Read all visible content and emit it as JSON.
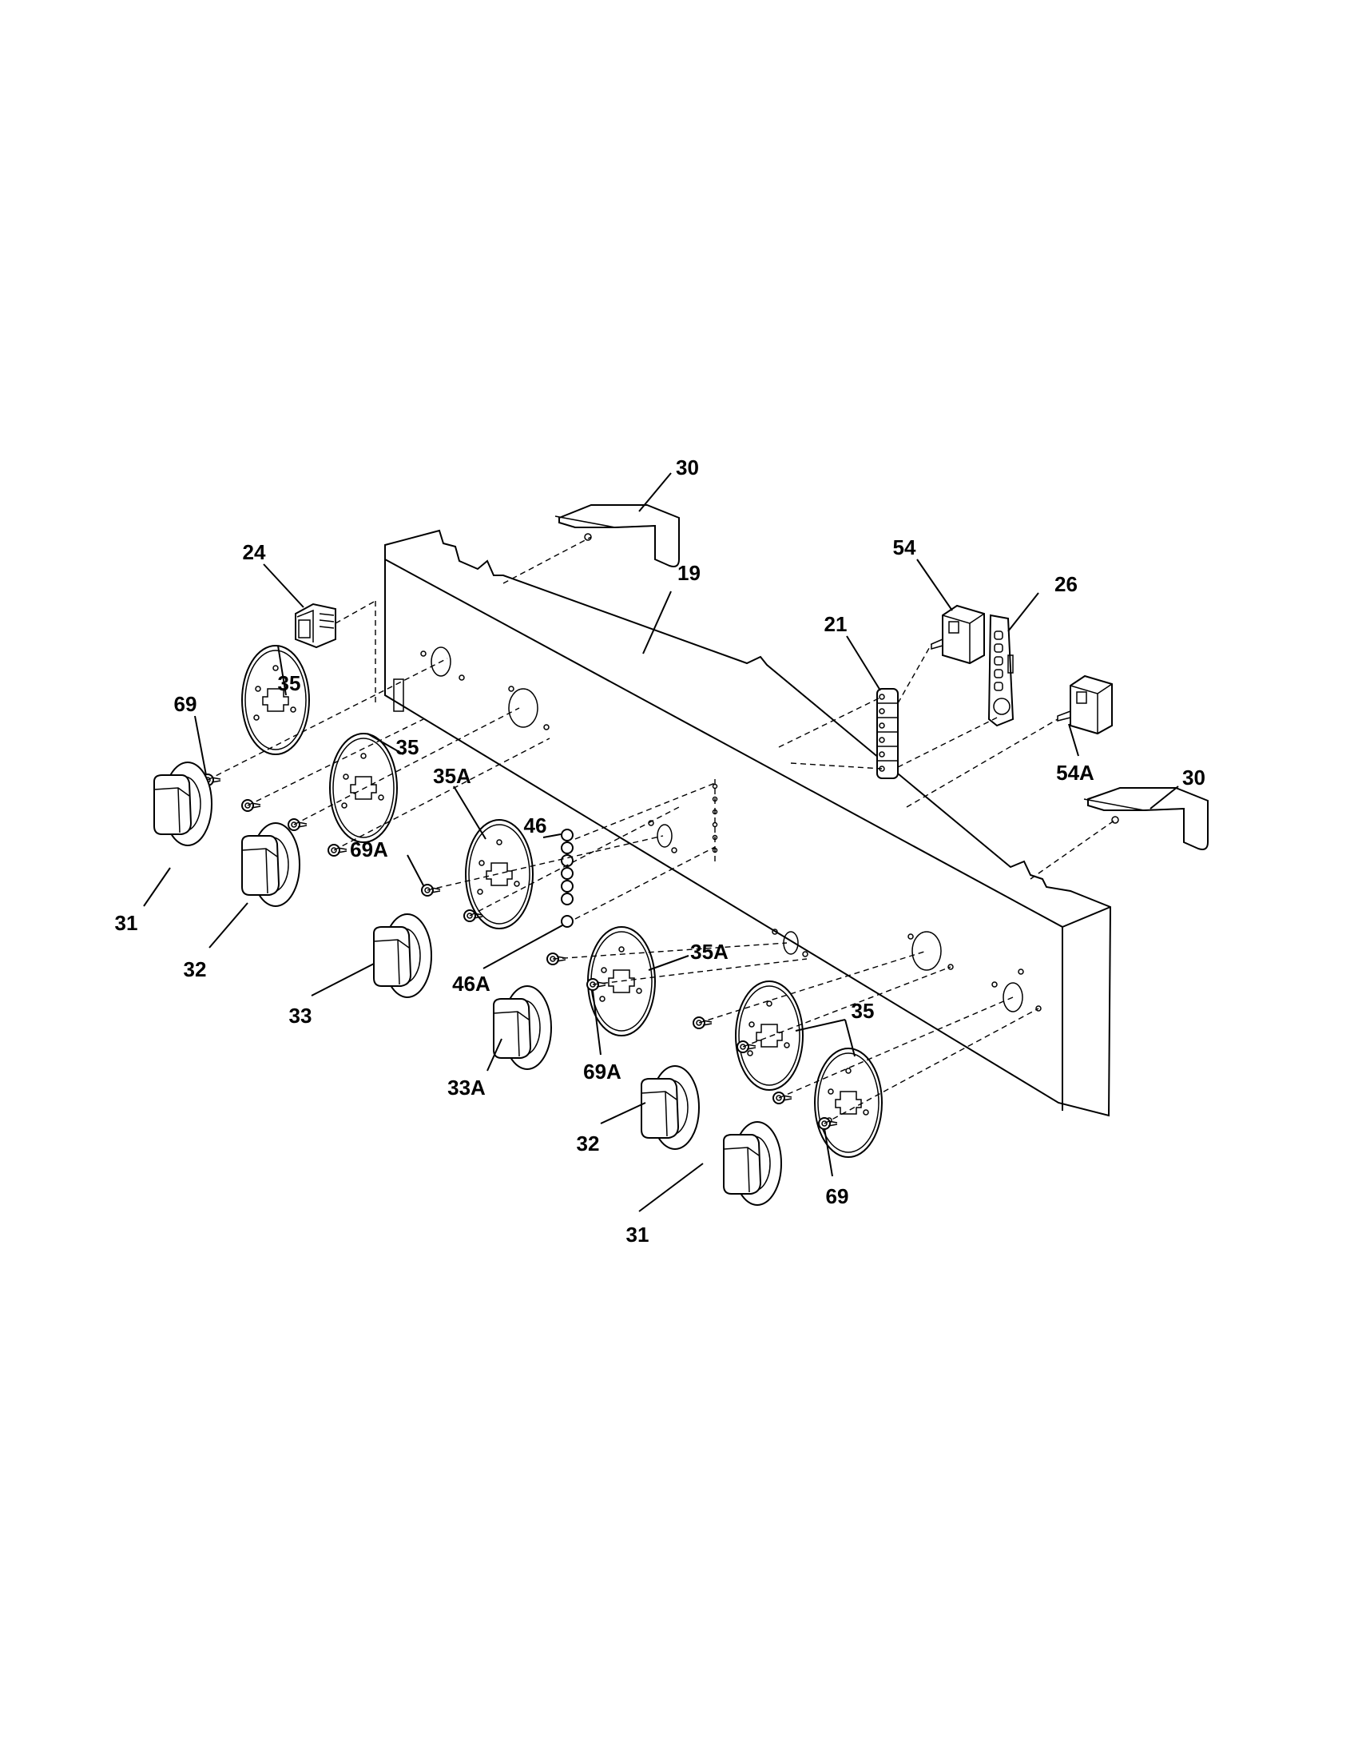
{
  "diagram": {
    "callouts": {
      "c30a": "30",
      "c30b": "30",
      "c24": "24",
      "c19": "19",
      "c54": "54",
      "c26": "26",
      "c21": "21",
      "c54a": "54A",
      "c35a": "35",
      "c35b": "35",
      "c69a": "69",
      "c35A1": "35A",
      "c46": "46",
      "c69A1": "69A",
      "c31a": "31",
      "c32a": "32",
      "c33": "33",
      "c46A": "46A",
      "c35A2": "35A",
      "c69A2": "69A",
      "c33A": "33A",
      "c35c": "35",
      "c32b": "32",
      "c69b": "69",
      "c31b": "31"
    },
    "parts": {
      "control_panel": "19",
      "end_bracket": "30",
      "rocker_switch": "24",
      "terminal_block": "21",
      "circuit_board": "26",
      "switch": "54",
      "switch_alt": "54A",
      "knob_large": "31",
      "knob_medium": "32",
      "knob_small": "33",
      "knob_small_alt": "33A",
      "bezel": "35",
      "bezel_alt": "35A",
      "indicator": "46",
      "indicator_alt": "46A",
      "screw": "69",
      "screw_alt": "69A"
    }
  }
}
